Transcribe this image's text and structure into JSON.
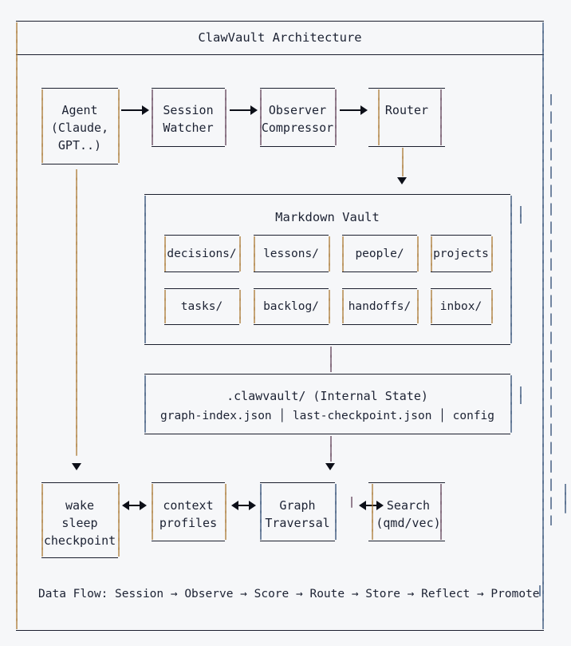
{
  "title": "ClawVault Architecture",
  "pipeline": {
    "nodes": [
      {
        "id": "agent",
        "lines": [
          "Agent",
          "(Claude,",
          "GPT..)"
        ]
      },
      {
        "id": "session",
        "lines": [
          "Session",
          "Watcher"
        ]
      },
      {
        "id": "observer",
        "lines": [
          "Observer",
          "Compressor"
        ]
      },
      {
        "id": "router",
        "lines": [
          "Router"
        ]
      }
    ],
    "connector": "arrow-right"
  },
  "vault": {
    "title": "Markdown Vault",
    "folders_row1": [
      "decisions/",
      "lessons/",
      "people/",
      "projects"
    ],
    "folders_row2": [
      "tasks/",
      "backlog/",
      "handoffs/",
      "inbox/"
    ]
  },
  "internal_state": {
    "title": ".clawvault/ (Internal State)",
    "files": [
      "graph-index.json",
      "last-checkpoint.json",
      "config"
    ],
    "files_line": "graph-index.json │ last-checkpoint.json │ config"
  },
  "services": {
    "nodes": [
      {
        "id": "lifecycle",
        "lines": [
          "wake",
          "sleep",
          "checkpoint"
        ]
      },
      {
        "id": "context",
        "lines": [
          "context",
          "profiles"
        ]
      },
      {
        "id": "graph",
        "lines": [
          "Graph",
          "Traversal"
        ]
      },
      {
        "id": "search",
        "lines": [
          "Search",
          "(qmd/vec)"
        ]
      }
    ],
    "connector": "arrow-bidirectional"
  },
  "footer": {
    "label": "Data Flow:",
    "steps": [
      "Session",
      "Observe",
      "Score",
      "Route",
      "Store",
      "Reflect",
      "Promote"
    ],
    "separator": "→",
    "text": "Data Flow: Session → Observe → Score → Route → Store → Reflect → Promote"
  },
  "colors": {
    "background": "#f6f7f9",
    "stroke": "#1b1f2e",
    "text": "#1c2233",
    "pipe_blue": "#26456e",
    "pipe_warm": "#a8742c",
    "arrow": "#0c0f18"
  }
}
